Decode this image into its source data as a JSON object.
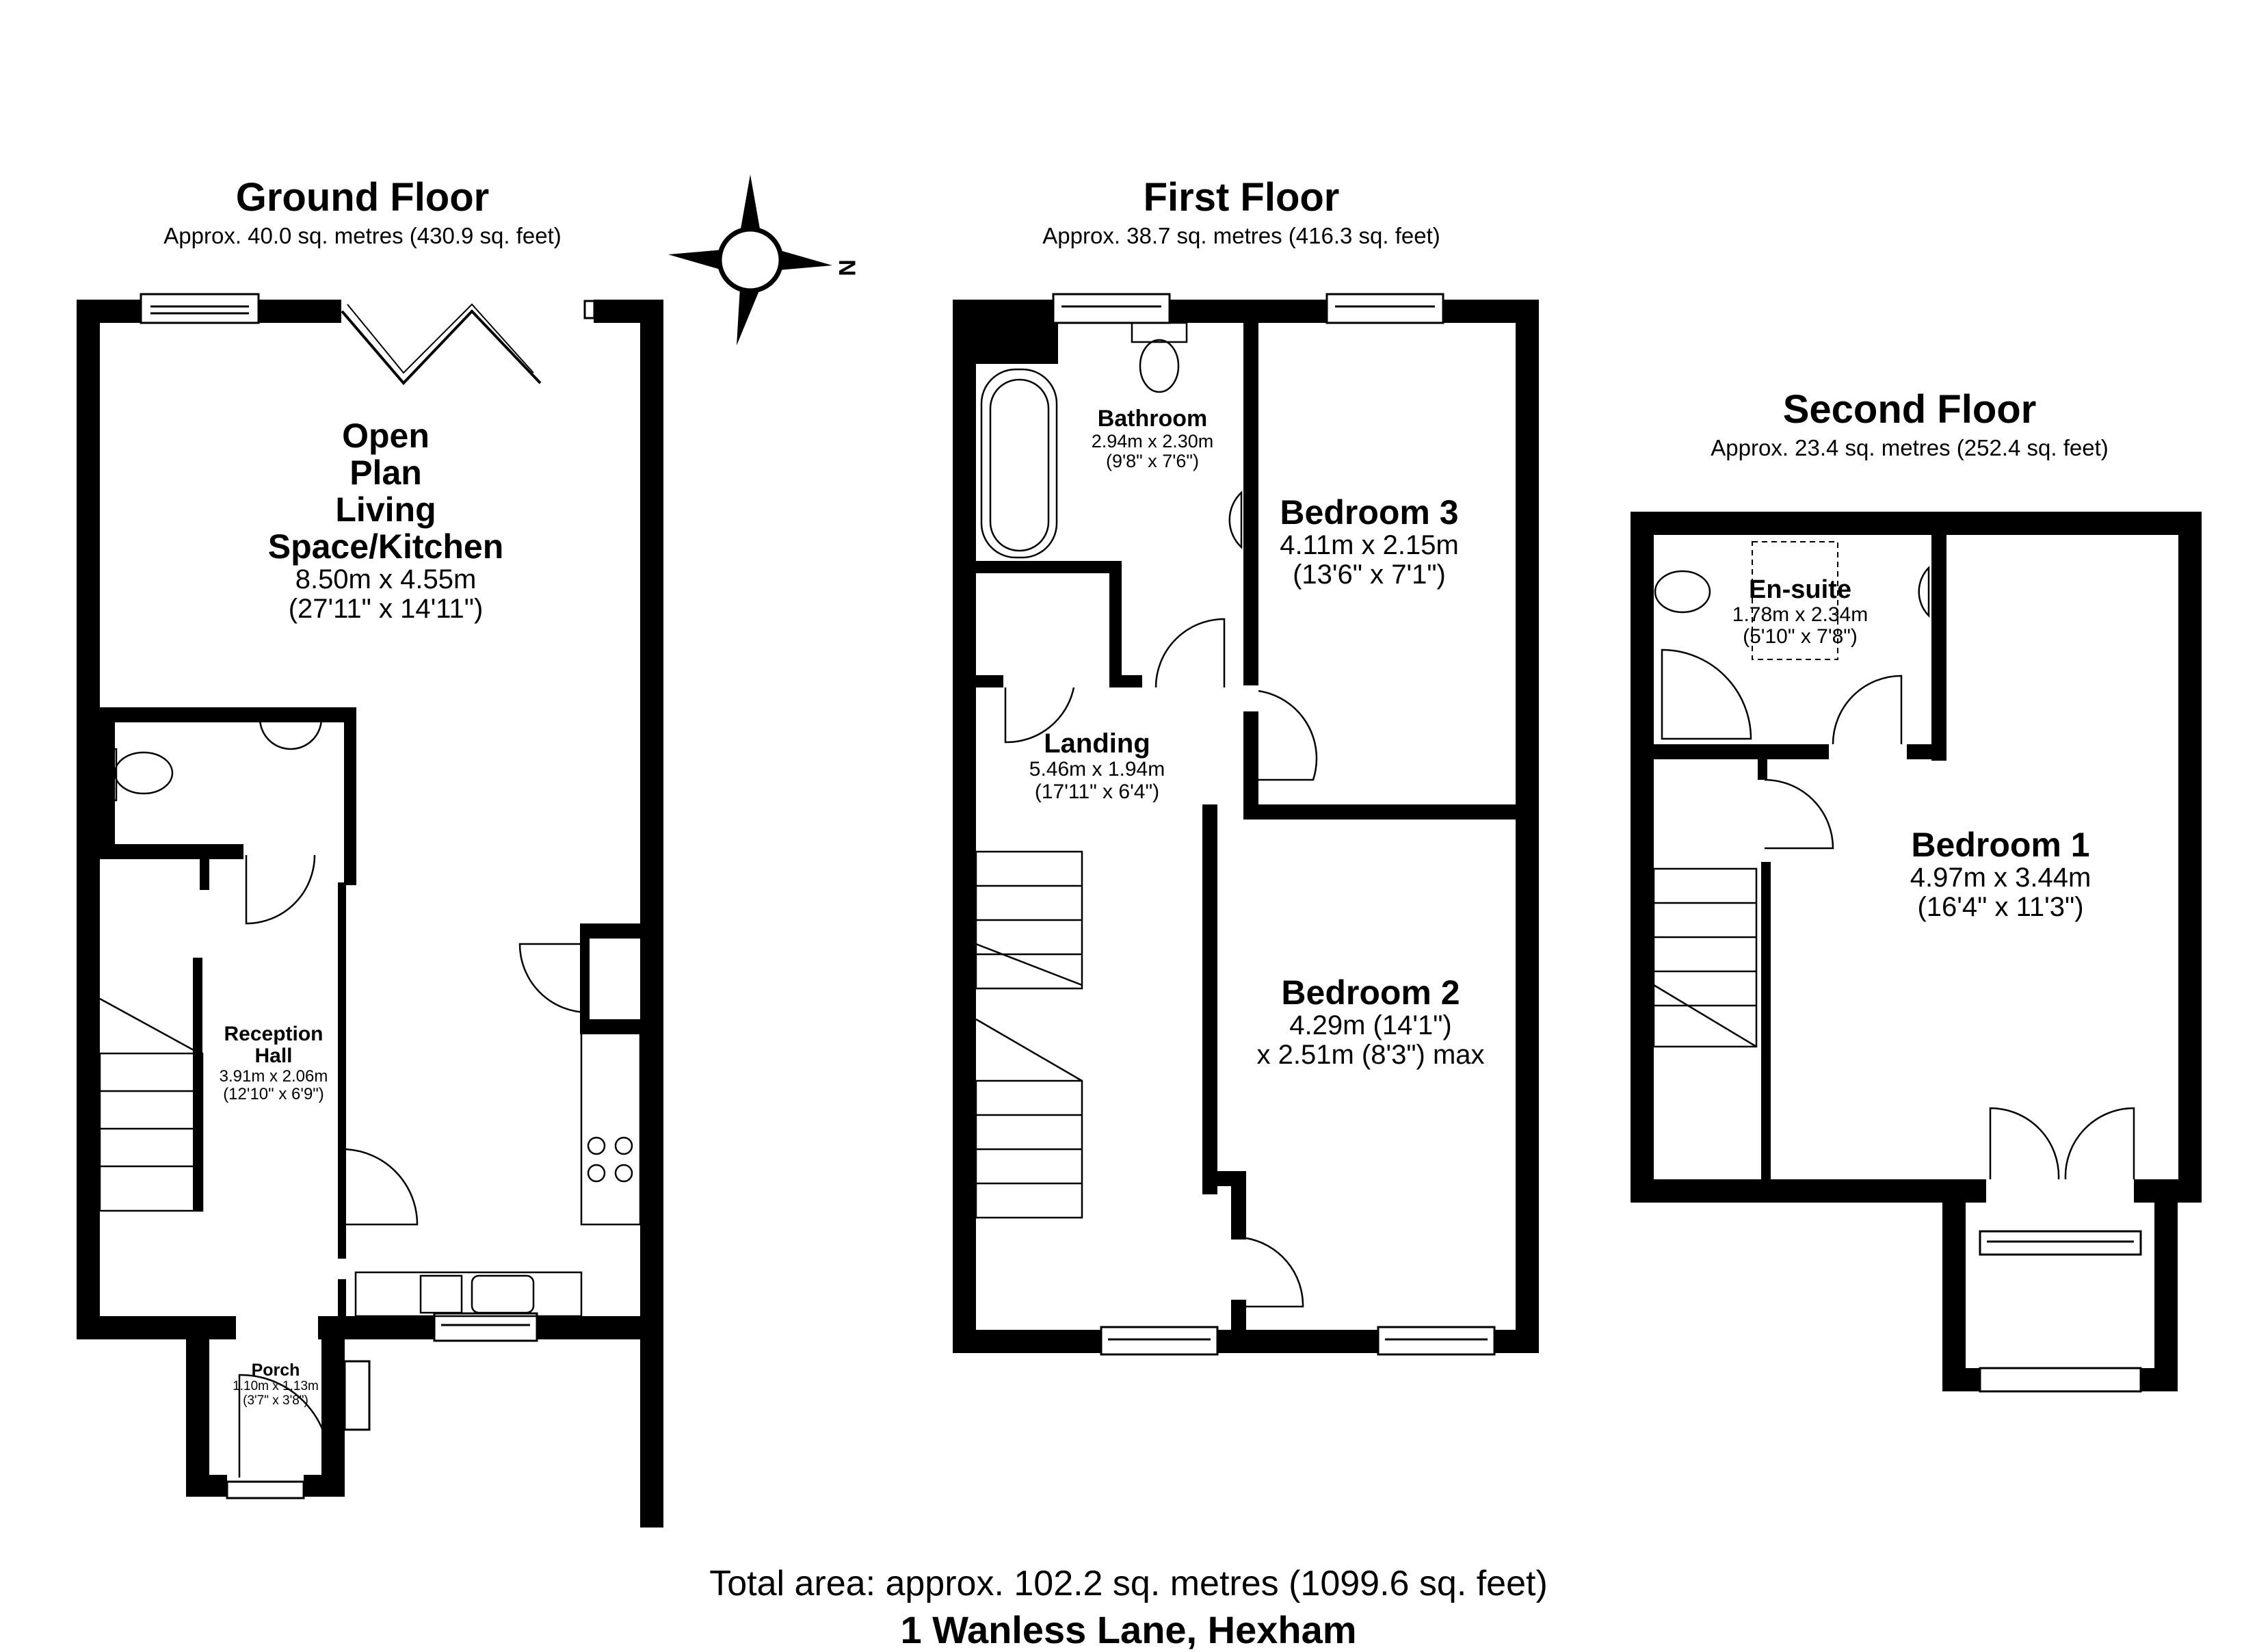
{
  "floors": [
    {
      "id": "ground",
      "title": "Ground Floor",
      "area": "Approx. 40.0 sq. metres (430.9 sq. feet)",
      "rooms": [
        {
          "name_lines": [
            "Open",
            "Plan",
            "Living",
            "Space/Kitchen"
          ],
          "dim_m": "8.50m x 4.55m",
          "dim_ft": "(27'11\" x 14'11\")"
        },
        {
          "name_lines": [
            "Reception",
            "Hall"
          ],
          "dim_m": "3.91m x 2.06m",
          "dim_ft": "(12'10\" x 6'9\")"
        },
        {
          "name_lines": [
            "Porch"
          ],
          "dim_m": "1.10m x 1.13m",
          "dim_ft": "(3'7\" x 3'8\")"
        }
      ]
    },
    {
      "id": "first",
      "title": "First Floor",
      "area": "Approx. 38.7 sq. metres (416.3 sq. feet)",
      "rooms": [
        {
          "name_lines": [
            "Bathroom"
          ],
          "dim_m": "2.94m x 2.30m",
          "dim_ft": "(9'8\" x 7'6\")"
        },
        {
          "name_lines": [
            "Bedroom 3"
          ],
          "dim_m": "4.11m x 2.15m",
          "dim_ft": "(13'6\" x 7'1\")"
        },
        {
          "name_lines": [
            "Landing"
          ],
          "dim_m": "5.46m x 1.94m",
          "dim_ft": "(17'11\" x 6'4\")"
        },
        {
          "name_lines": [
            "Bedroom 2"
          ],
          "dim_m": "4.29m (14'1\")",
          "dim_ft": "x 2.51m (8'3\") max"
        }
      ]
    },
    {
      "id": "second",
      "title": "Second Floor",
      "area": "Approx. 23.4 sq. metres (252.4 sq. feet)",
      "rooms": [
        {
          "name_lines": [
            "En-suite"
          ],
          "dim_m": "1.78m x 2.34m",
          "dim_ft": "(5'10\" x 7'8\")"
        },
        {
          "name_lines": [
            "Bedroom 1"
          ],
          "dim_m": "4.97m x 3.44m",
          "dim_ft": "(16'4\" x 11'3\")"
        }
      ]
    }
  ],
  "compass": {
    "icon": "north-arrow-icon",
    "label": "N"
  },
  "footer": {
    "total_area": "Total area: approx. 102.2 sq. metres (1099.6 sq. feet)",
    "address": "1 Wanless Lane, Hexham"
  },
  "colors": {
    "wall": "#000000",
    "background": "#ffffff",
    "fixture_line": "#000000"
  }
}
